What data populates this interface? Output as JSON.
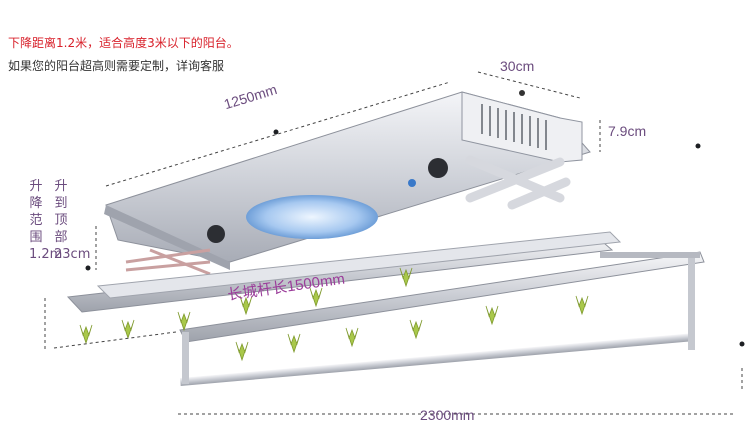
{
  "notes": {
    "line1": "下降距离1.2米，适合高度3米以下的阳台。",
    "line2": "如果您的阳台超高则需要定制，详询客服"
  },
  "dimensions": {
    "width_30": "30cm",
    "height_79": "7.9cm",
    "length_1250": "1250mm",
    "rod_length": "长城杆长1500mm",
    "total_2300": "2300mm",
    "lift_col1": "升降范围1.2m",
    "lift_col2": "升到顶部23cm"
  },
  "colors": {
    "red_text": "#d8202a",
    "dim_text": "#6b4c7e",
    "purple_label": "#9b3d9a",
    "clip_green": "#a9c84a",
    "frame_silver": "#d9dbe0"
  }
}
